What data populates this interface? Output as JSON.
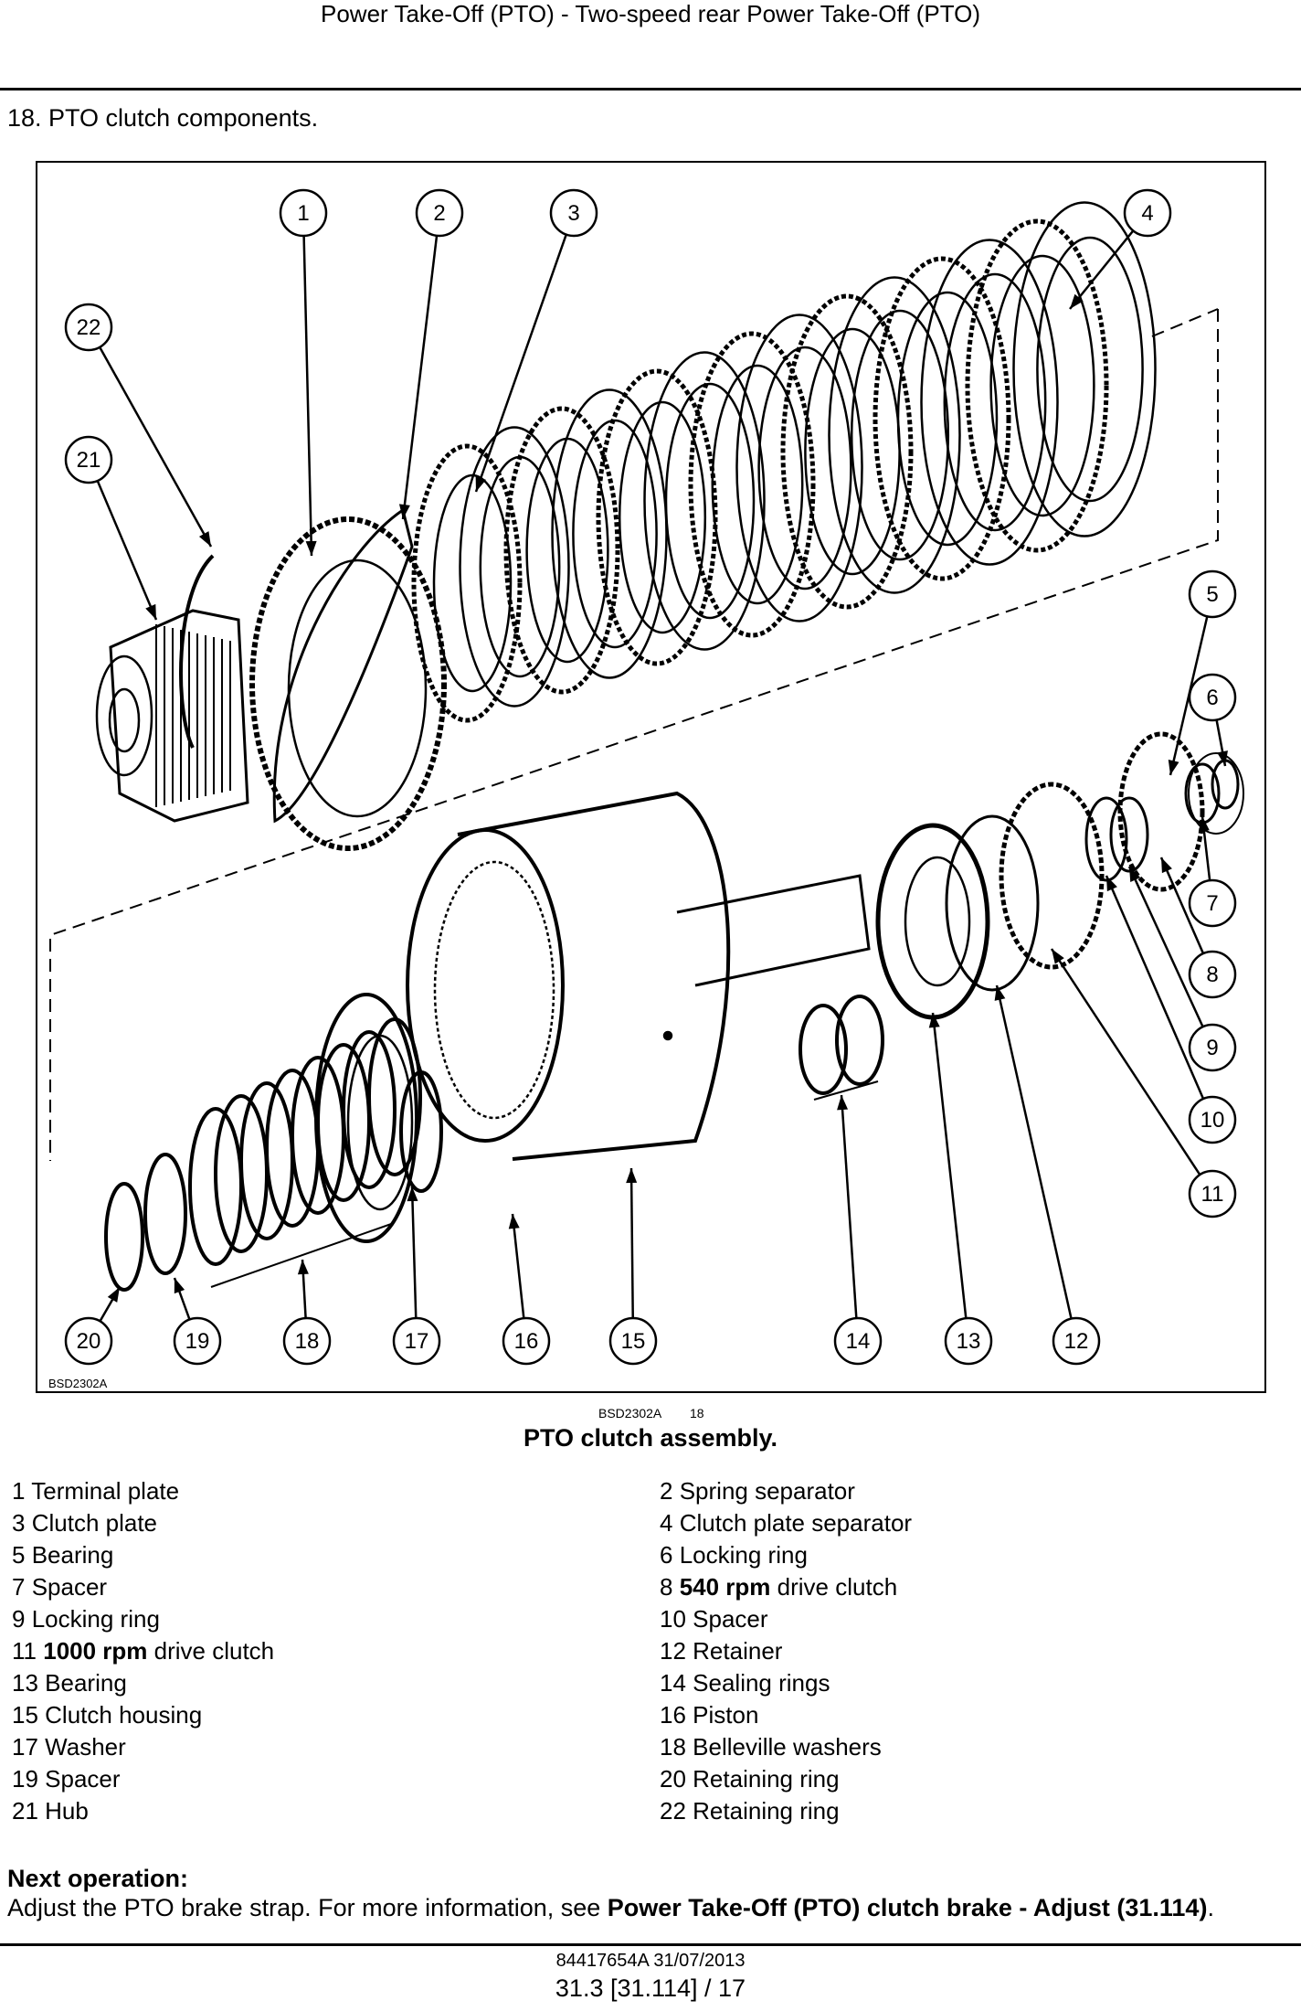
{
  "header": {
    "title": "Power Take-Off (PTO) - Two-speed rear Power Take-Off (PTO)"
  },
  "step": {
    "text": "18.  PTO clutch components."
  },
  "figure": {
    "code_in_image": "BSD2302A",
    "code_below": "BSD2302A",
    "number_below": "18",
    "caption": "PTO clutch assembly.",
    "callouts": [
      "1",
      "2",
      "3",
      "4",
      "5",
      "6",
      "7",
      "8",
      "9",
      "10",
      "11",
      "12",
      "13",
      "14",
      "15",
      "16",
      "17",
      "18",
      "19",
      "20",
      "21",
      "22"
    ]
  },
  "legend": {
    "left": [
      {
        "num": "1",
        "pre": "Terminal plate",
        "bold": "",
        "post": ""
      },
      {
        "num": "3",
        "pre": "Clutch plate",
        "bold": "",
        "post": ""
      },
      {
        "num": "5",
        "pre": "Bearing",
        "bold": "",
        "post": ""
      },
      {
        "num": "7",
        "pre": "Spacer",
        "bold": "",
        "post": ""
      },
      {
        "num": "9",
        "pre": "Locking ring",
        "bold": "",
        "post": ""
      },
      {
        "num": "11",
        "pre": "",
        "bold": "1000 rpm",
        "post": " drive clutch"
      },
      {
        "num": "13",
        "pre": "Bearing",
        "bold": "",
        "post": ""
      },
      {
        "num": "15",
        "pre": "Clutch housing",
        "bold": "",
        "post": ""
      },
      {
        "num": "17",
        "pre": "Washer",
        "bold": "",
        "post": ""
      },
      {
        "num": "19",
        "pre": "Spacer",
        "bold": "",
        "post": ""
      },
      {
        "num": "21",
        "pre": "Hub",
        "bold": "",
        "post": ""
      }
    ],
    "right": [
      {
        "num": "2",
        "pre": "Spring separator",
        "bold": "",
        "post": ""
      },
      {
        "num": "4",
        "pre": "Clutch plate separator",
        "bold": "",
        "post": ""
      },
      {
        "num": "6",
        "pre": "Locking ring",
        "bold": "",
        "post": ""
      },
      {
        "num": "8",
        "pre": "",
        "bold": "540 rpm",
        "post": " drive clutch"
      },
      {
        "num": "10",
        "pre": "Spacer",
        "bold": "",
        "post": ""
      },
      {
        "num": "12",
        "pre": "Retainer",
        "bold": "",
        "post": ""
      },
      {
        "num": "14",
        "pre": "Sealing rings",
        "bold": "",
        "post": ""
      },
      {
        "num": "16",
        "pre": "Piston",
        "bold": "",
        "post": ""
      },
      {
        "num": "18",
        "pre": "Belleville washers",
        "bold": "",
        "post": ""
      },
      {
        "num": "20",
        "pre": "Retaining ring",
        "bold": "",
        "post": ""
      },
      {
        "num": "22",
        "pre": "Retaining ring",
        "bold": "",
        "post": ""
      }
    ]
  },
  "next_operation": {
    "heading": "Next operation:",
    "text_pre": "Adjust the PTO brake strap. For more information, see ",
    "text_bold": "Power Take-Off (PTO) clutch brake - Adjust (31.114)",
    "text_post": "."
  },
  "footer": {
    "doc_ref": "84417654A 31/07/2013",
    "page_ref": "31.3 [31.114] / 17"
  }
}
